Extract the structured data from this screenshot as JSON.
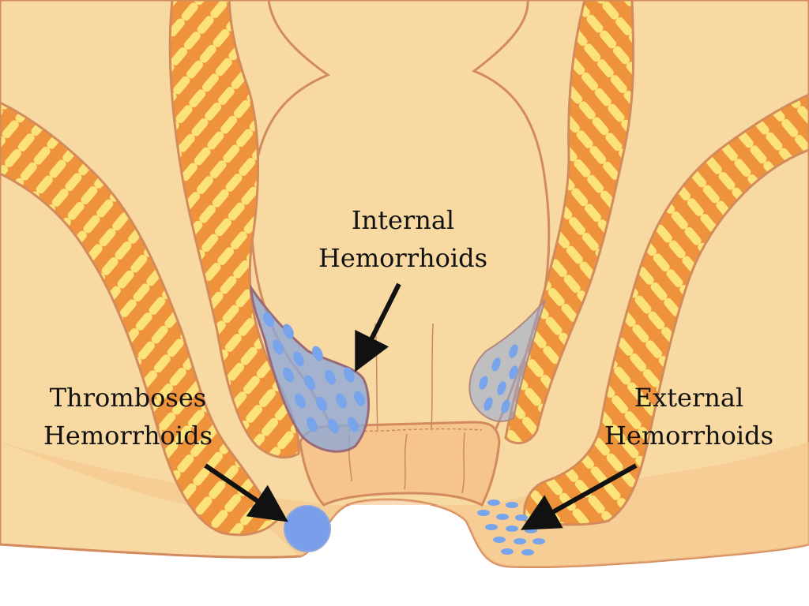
{
  "labels": {
    "internal": {
      "line1": "Internal",
      "line2": "Hemorrhoids"
    },
    "thrombosed": {
      "line1": "Thromboses",
      "line2": "Hemorrhoids"
    },
    "external": {
      "line1": "External",
      "line2": "Hemorrhoids"
    }
  },
  "colors": {
    "skin": "#F8D9A2",
    "lower_tissue": "#F6C58E",
    "outline": "#D38A5C",
    "muscle": "#EE933C",
    "muscle_stripe": "#FBE27A",
    "vein_fill": "#8FA8D8",
    "vein_spot": "#78A4EC",
    "arrow": "#111111"
  }
}
